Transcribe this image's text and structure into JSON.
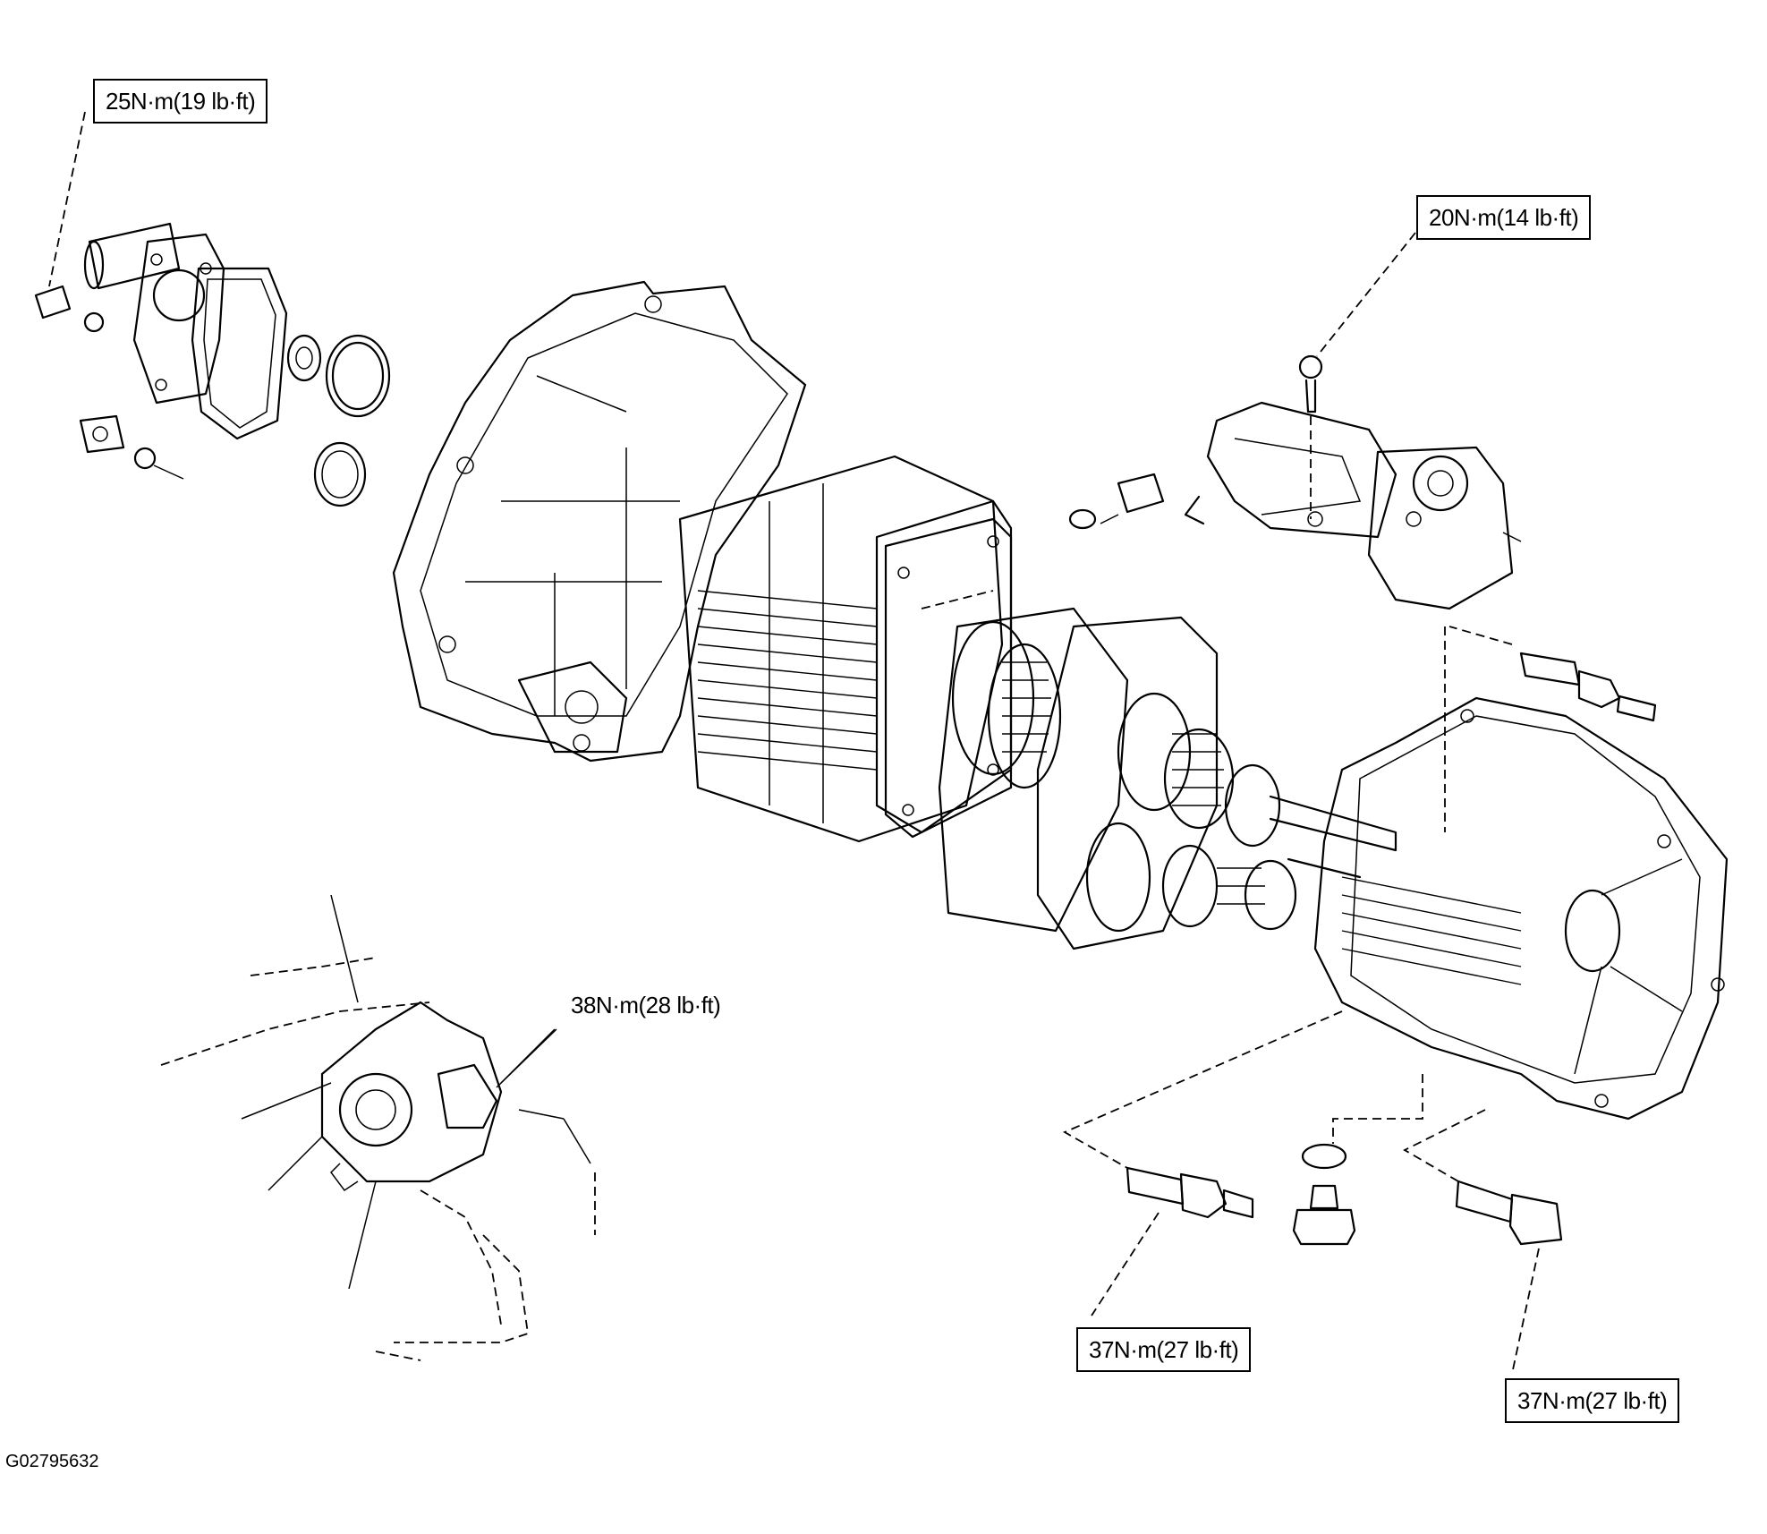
{
  "diagram": {
    "callouts": {
      "front_cover_bolt": "25N·m(19 lb·ft)",
      "shift_tower_bolt": "20N·m(14 lb·ft)",
      "mount_bolt": "38N·m(28 lb·ft)",
      "case_bolt_left": "37N·m(27 lb·ft)",
      "case_bolt_right": "37N·m(27 lb·ft)"
    },
    "figure_id": "G02795632"
  }
}
